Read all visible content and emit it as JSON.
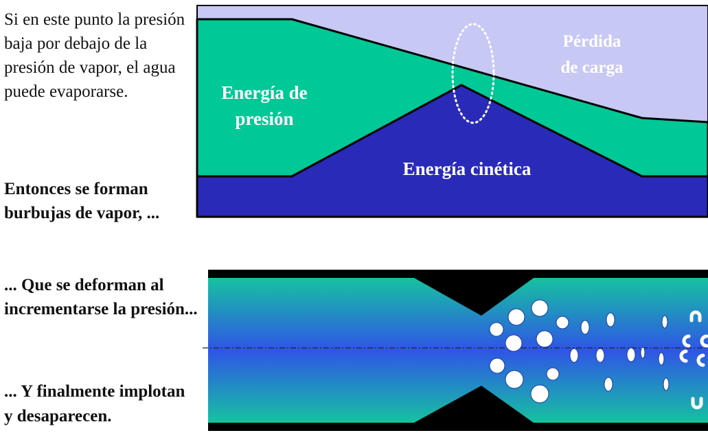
{
  "notes": {
    "evaporation": [
      "Si en este punto la presión",
      "baja por debajo de la",
      "presión de vapor, el agua",
      "puede evaporarse."
    ],
    "bubbles_form": [
      "Entonces se forman",
      "burbujas de vapor, ..."
    ],
    "bubbles_deform": [
      "... Que se deforman al",
      "incrementarse la presión..."
    ],
    "bubbles_implode": [
      "... Y finalmente  implotan",
      "y desaparecen."
    ]
  },
  "energy_diagram": {
    "regions": {
      "pressure_energy": [
        "Energía de",
        "presión"
      ],
      "kinetic_energy": "Energía cinética",
      "head_loss": [
        "Pérdida",
        "de carga"
      ]
    },
    "colors": {
      "head_loss": "#c8c8f5",
      "pressure_energy": "#00c896",
      "kinetic_energy": "#2a2ab8",
      "outline": "#000000",
      "cavitation_marker": "#ffffff"
    }
  },
  "venturi_diagram": {
    "colors": {
      "flow_edge": "#16c2a0",
      "flow_center": "#2f55e6",
      "walls": "#000000",
      "bubbles": "#ffffff",
      "centerline": "#222222"
    }
  }
}
